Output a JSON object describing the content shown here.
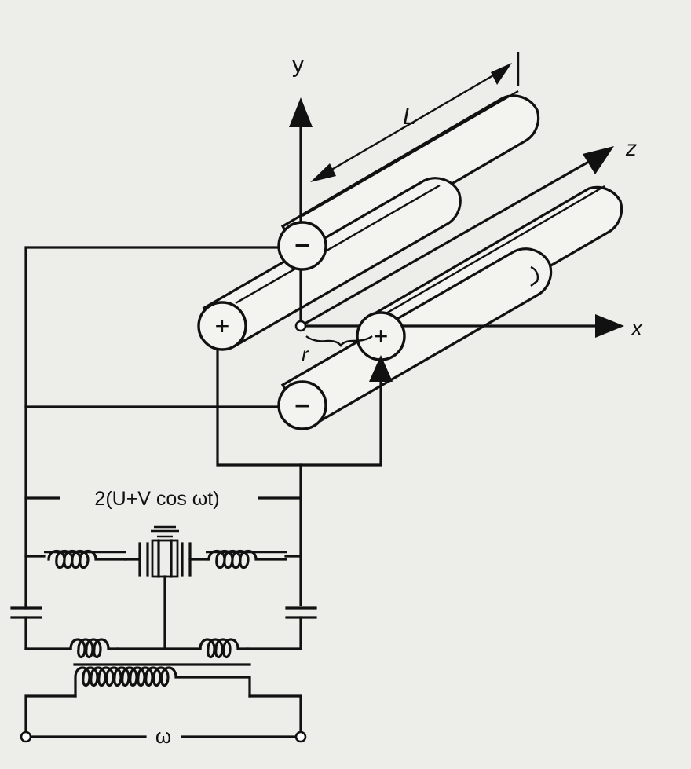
{
  "axes": {
    "x": "x",
    "y": "y",
    "z": "z"
  },
  "dimensions": {
    "rod_length": "L",
    "radius": "r"
  },
  "electrodes": [
    {
      "id": "top",
      "polarity": "−"
    },
    {
      "id": "left",
      "polarity": "+"
    },
    {
      "id": "right",
      "polarity": "+"
    },
    {
      "id": "bottom",
      "polarity": "−"
    }
  ],
  "voltage_label": "2(U+V cos ωt)",
  "frequency_label": "ω",
  "colors": {
    "ink": "#111111",
    "paper": "#ededea"
  }
}
